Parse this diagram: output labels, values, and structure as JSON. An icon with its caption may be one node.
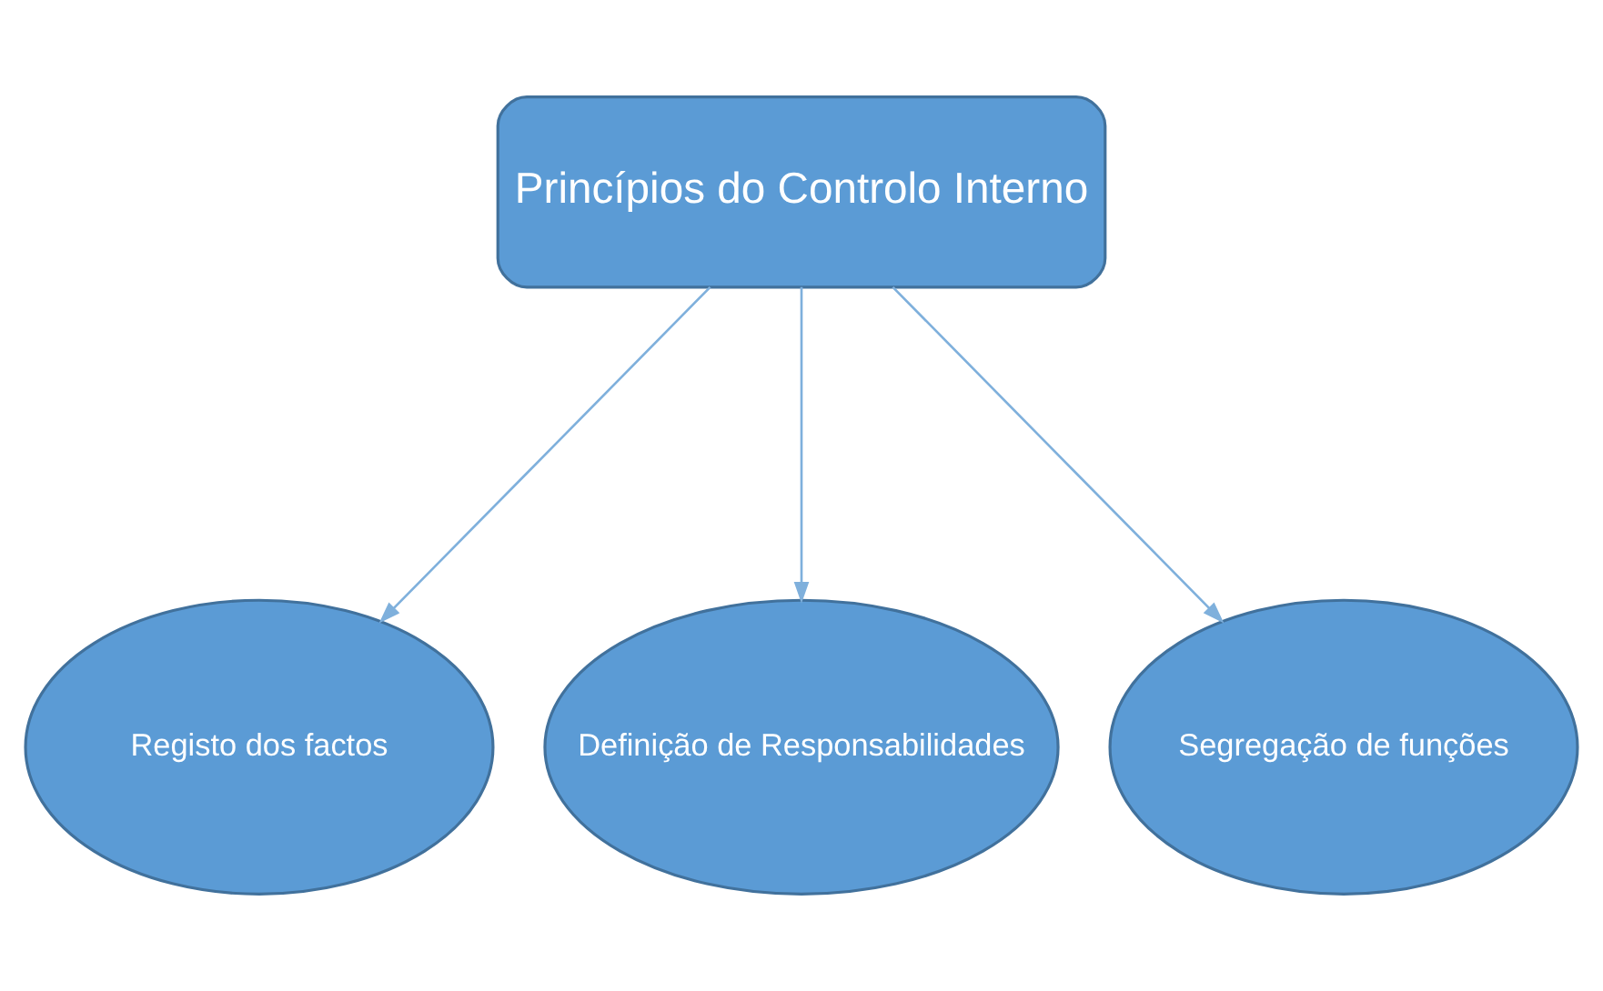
{
  "diagram": {
    "nodes": [
      {
        "text": [
          "Princípios do Controlo Interno"
        ]
      },
      {
        "text": [
          "Registo dos factos"
        ]
      },
      {
        "text": [
          "Definição de Responsabilidades"
        ]
      },
      {
        "text": [
          "Segregação de funções"
        ]
      }
    ],
    "edges": [
      {
        "from": 0,
        "to": 1,
        "arrow": "to"
      },
      {
        "from": 0,
        "to": 2,
        "arrow": "to"
      },
      {
        "from": 0,
        "to": 3,
        "arrow": "to"
      }
    ]
  }
}
